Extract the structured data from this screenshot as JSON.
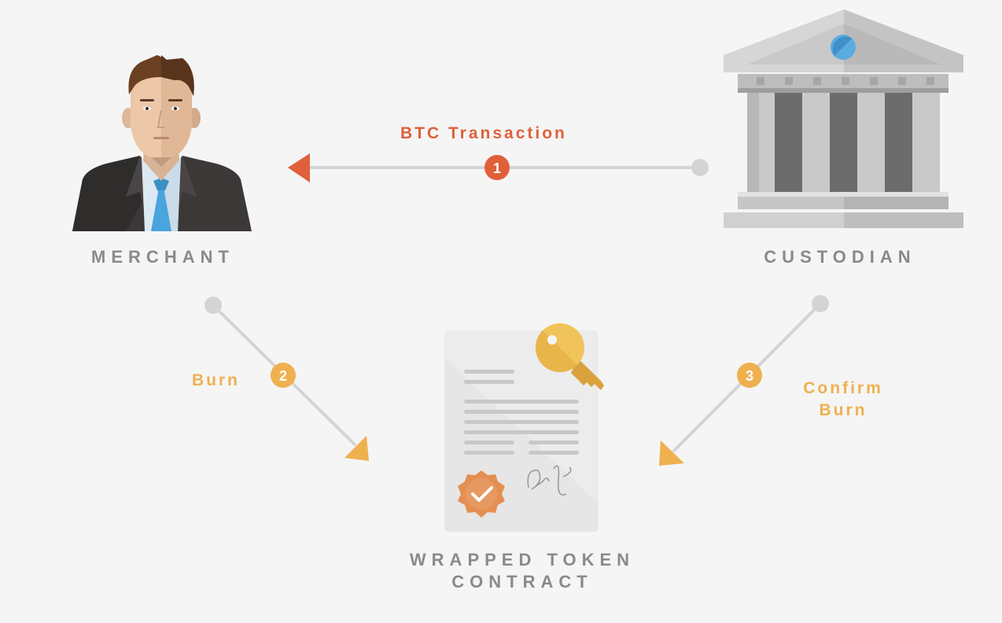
{
  "colors": {
    "background": "#f5f5f5",
    "step1": "#e0603a",
    "step2_3": "#efb04f",
    "connector": "#d4d4d6",
    "label_gray": "#8a8a8a"
  },
  "actors": {
    "merchant": {
      "label": "MERCHANT",
      "icon": "merchant-person-icon"
    },
    "custodian": {
      "label": "CUSTODIAN",
      "icon": "bank-building-icon"
    },
    "contract": {
      "label_line1": "WRAPPED TOKEN",
      "label_line2": "CONTRACT",
      "icon": "signed-contract-with-key-icon"
    }
  },
  "steps": [
    {
      "number": "1",
      "label": "BTC Transaction",
      "from": "custodian",
      "to": "merchant"
    },
    {
      "number": "2",
      "label": "Burn",
      "from": "merchant",
      "to": "contract"
    },
    {
      "number": "3",
      "label_line1": "Confirm",
      "label_line2": "Burn",
      "from": "custodian",
      "to": "contract"
    }
  ]
}
